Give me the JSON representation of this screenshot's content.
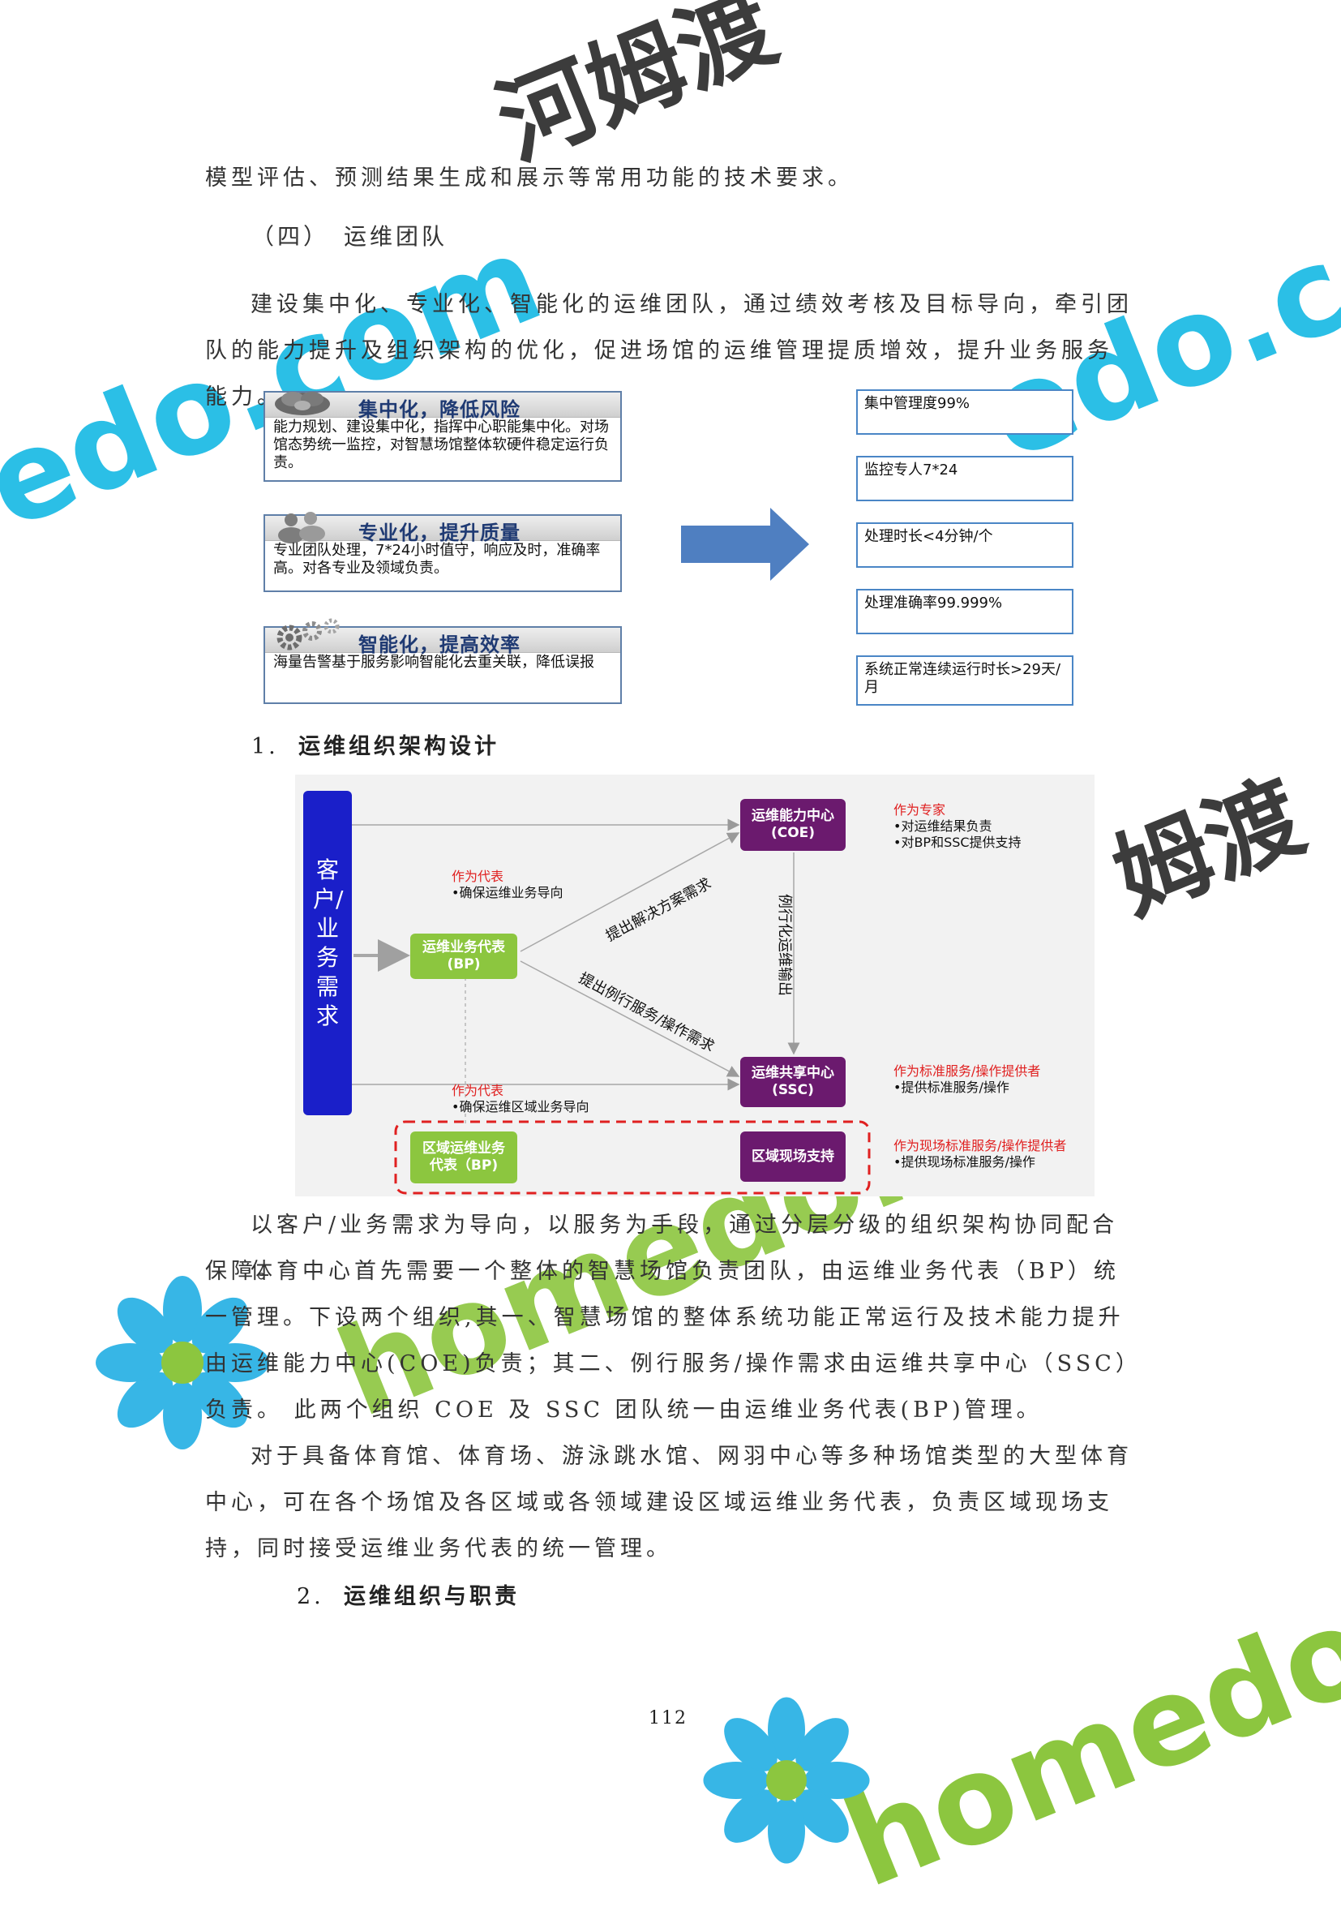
{
  "page": {
    "line_top": "模型评估、预测结果生成和展示等常用功能的技术要求。",
    "section_heading": "（四）　运维团队",
    "intro_paragraph": "建设集中化、专业化、智能化的运维团队，通过绩效考核及目标导向，牵引团队的能力提升及组织架构的优化，促进场馆的运维管理提质增效，提升业务服务能力。",
    "sub1_num": "1.",
    "sub1_title": "运维组织架构设计",
    "para_a": "以客户/业务需求为导向，以服务为手段，通过分层分级的组织架构协同配合保障。",
    "para_b": "体育中心首先需要一个整体的智慧场馆负责团队，由运维业务代表（BP）统一管理。下设两个组织,其一、智慧场馆的整体系统功能正常运行及技术能力提升由运维能力中心(COE)负责；其二、例行服务/操作需求由运维共享中心（SSC）负责。 此两个组织 COE 及 SSC 团队统一由运维业务代表(BP)管理。",
    "para_c": "对于具备体育馆、体育场、游泳跳水馆、网羽中心等多种场馆类型的大型体育中心，可在各个场馆及各区域或各领域建设区域运维业务代表，负责区域现场支持，同时接受运维业务代表的统一管理。",
    "sub2_num": "2.",
    "sub2_title": "运维组织与职责",
    "page_number": "112"
  },
  "figure1": {
    "pillars": [
      {
        "title": "集中化，降低风险",
        "body": "能力规划、建设集中化，指挥中心职能集中化。对场馆态势统一监控，对智慧场馆整体软硬件稳定运行负责。",
        "icon": "cloud-cluster-icon"
      },
      {
        "title": "专业化，提升质量",
        "body": "专业团队处理，7*24小时值守，响应及时，准确率高。对各专业及领域负责。",
        "icon": "people-group-icon"
      },
      {
        "title": "智能化，提高效率",
        "body": "海量告警基于服务影响智能化去重关联，降低误报",
        "icon": "gears-icon"
      }
    ],
    "kpis": [
      "集中管理度99%",
      "监控专人7*24",
      "处理时长<4分钟/个",
      "处理准确率99.999%",
      "系统正常连续运行时长>29天/月"
    ],
    "colors": {
      "title": "#1f3a73",
      "box_border": "#5f7fa8",
      "kpi_border": "#4a86c6",
      "arrow": "#4f7fc1"
    }
  },
  "figure2": {
    "customer_label": "客户/业务需求",
    "nodes": {
      "coe": "运维能力中心\n(COE)",
      "bp": "运维业务代表\n(BP)",
      "ssc": "运维共享中心\n(SSC)",
      "regional_bp": "区域运维业务\n代表（BP)",
      "regional_support": "区域现场支持"
    },
    "edges": {
      "bp_to_coe": "提出解决方案需求",
      "bp_to_ssc": "提出例行服务/操作需求",
      "coe_to_ssc": "例行化运维输出"
    },
    "annotations": {
      "bp_red": "作为代表",
      "bp_black": "•确保运维业务导向",
      "coe_red": "作为专家",
      "coe_black1": "•对运维结果负责",
      "coe_black2": "•对BP和SSC提供支持",
      "reg_red": "作为代表",
      "reg_black": "•确保运维区域业务导向",
      "ssc_red": "作为标准服务/操作提供者",
      "ssc_black": "•提供标准服务/操作",
      "site_red": "作为现场标准服务/操作提供者",
      "site_black": "•提供现场标准服务/操作"
    },
    "colors": {
      "customer": "#1a1fc9",
      "bp": "#8cc63f",
      "center": "#6b1a6e",
      "dashed": "#e02020",
      "label_red": "#e02020"
    }
  },
  "watermarks": [
    "河姆渡",
    "edo.com",
    "edo.com",
    "姆渡",
    "homedo.",
    "homedo"
  ]
}
